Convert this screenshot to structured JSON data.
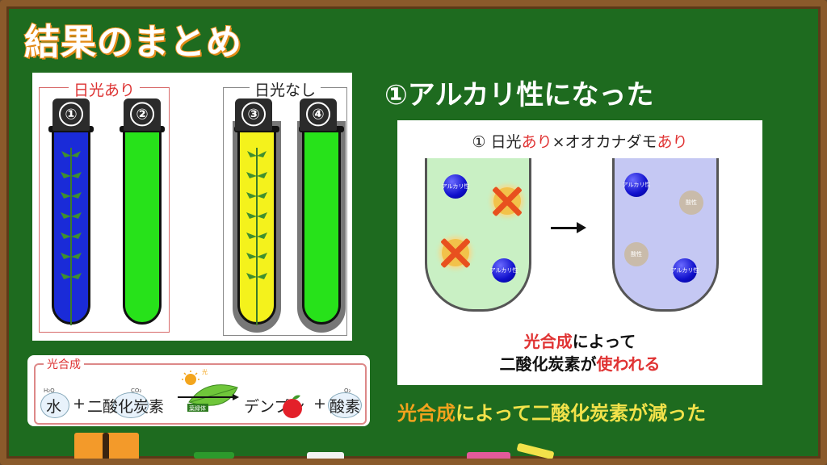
{
  "title": "結果のまとめ",
  "tubes_panel": {
    "group_sun": "日光あり",
    "group_nosun": "日光なし",
    "tube_numbers": [
      "①",
      "②",
      "③",
      "④"
    ]
  },
  "photosynthesis": {
    "title": "光合成",
    "water": "水",
    "water_formula": "H₂O",
    "plus1": "+",
    "co2": "二酸化炭素",
    "co2_formula": "CO₂",
    "light_label": "光",
    "chloroplast": "葉緑体",
    "starch": "デンプン",
    "plus2": "+",
    "oxygen": "酸素",
    "oxygen_formula": "O₂"
  },
  "heading": "①アルカリ性になった",
  "result_panel": {
    "caption_pre": "① 日光",
    "caption_red1": "あり",
    "caption_mid": "×オオカナダモ",
    "caption_red2": "あり",
    "ball_label": "アルカリ性",
    "acid_label": "酸性",
    "note_line1_red": "光合成",
    "note_line1_rest": "によって",
    "note_line2_pre": "二酸化炭素が",
    "note_line2_red": "使われる"
  },
  "conclusion": {
    "highlight": "光合成",
    "rest": "によって二酸化炭素が減った"
  },
  "colors": {
    "board": "#1e6b1f",
    "frame": "#8a5a2b",
    "title_outline": "#f39a2a",
    "tube_blue": "#1a2bd8",
    "tube_green": "#27e21a",
    "tube_yellow": "#f4f21c",
    "beaker_green": "#c9f0c4",
    "beaker_lavender": "#c5c8f3",
    "accent_red": "#e03333",
    "conclusion_yellow": "#f2e24a"
  }
}
